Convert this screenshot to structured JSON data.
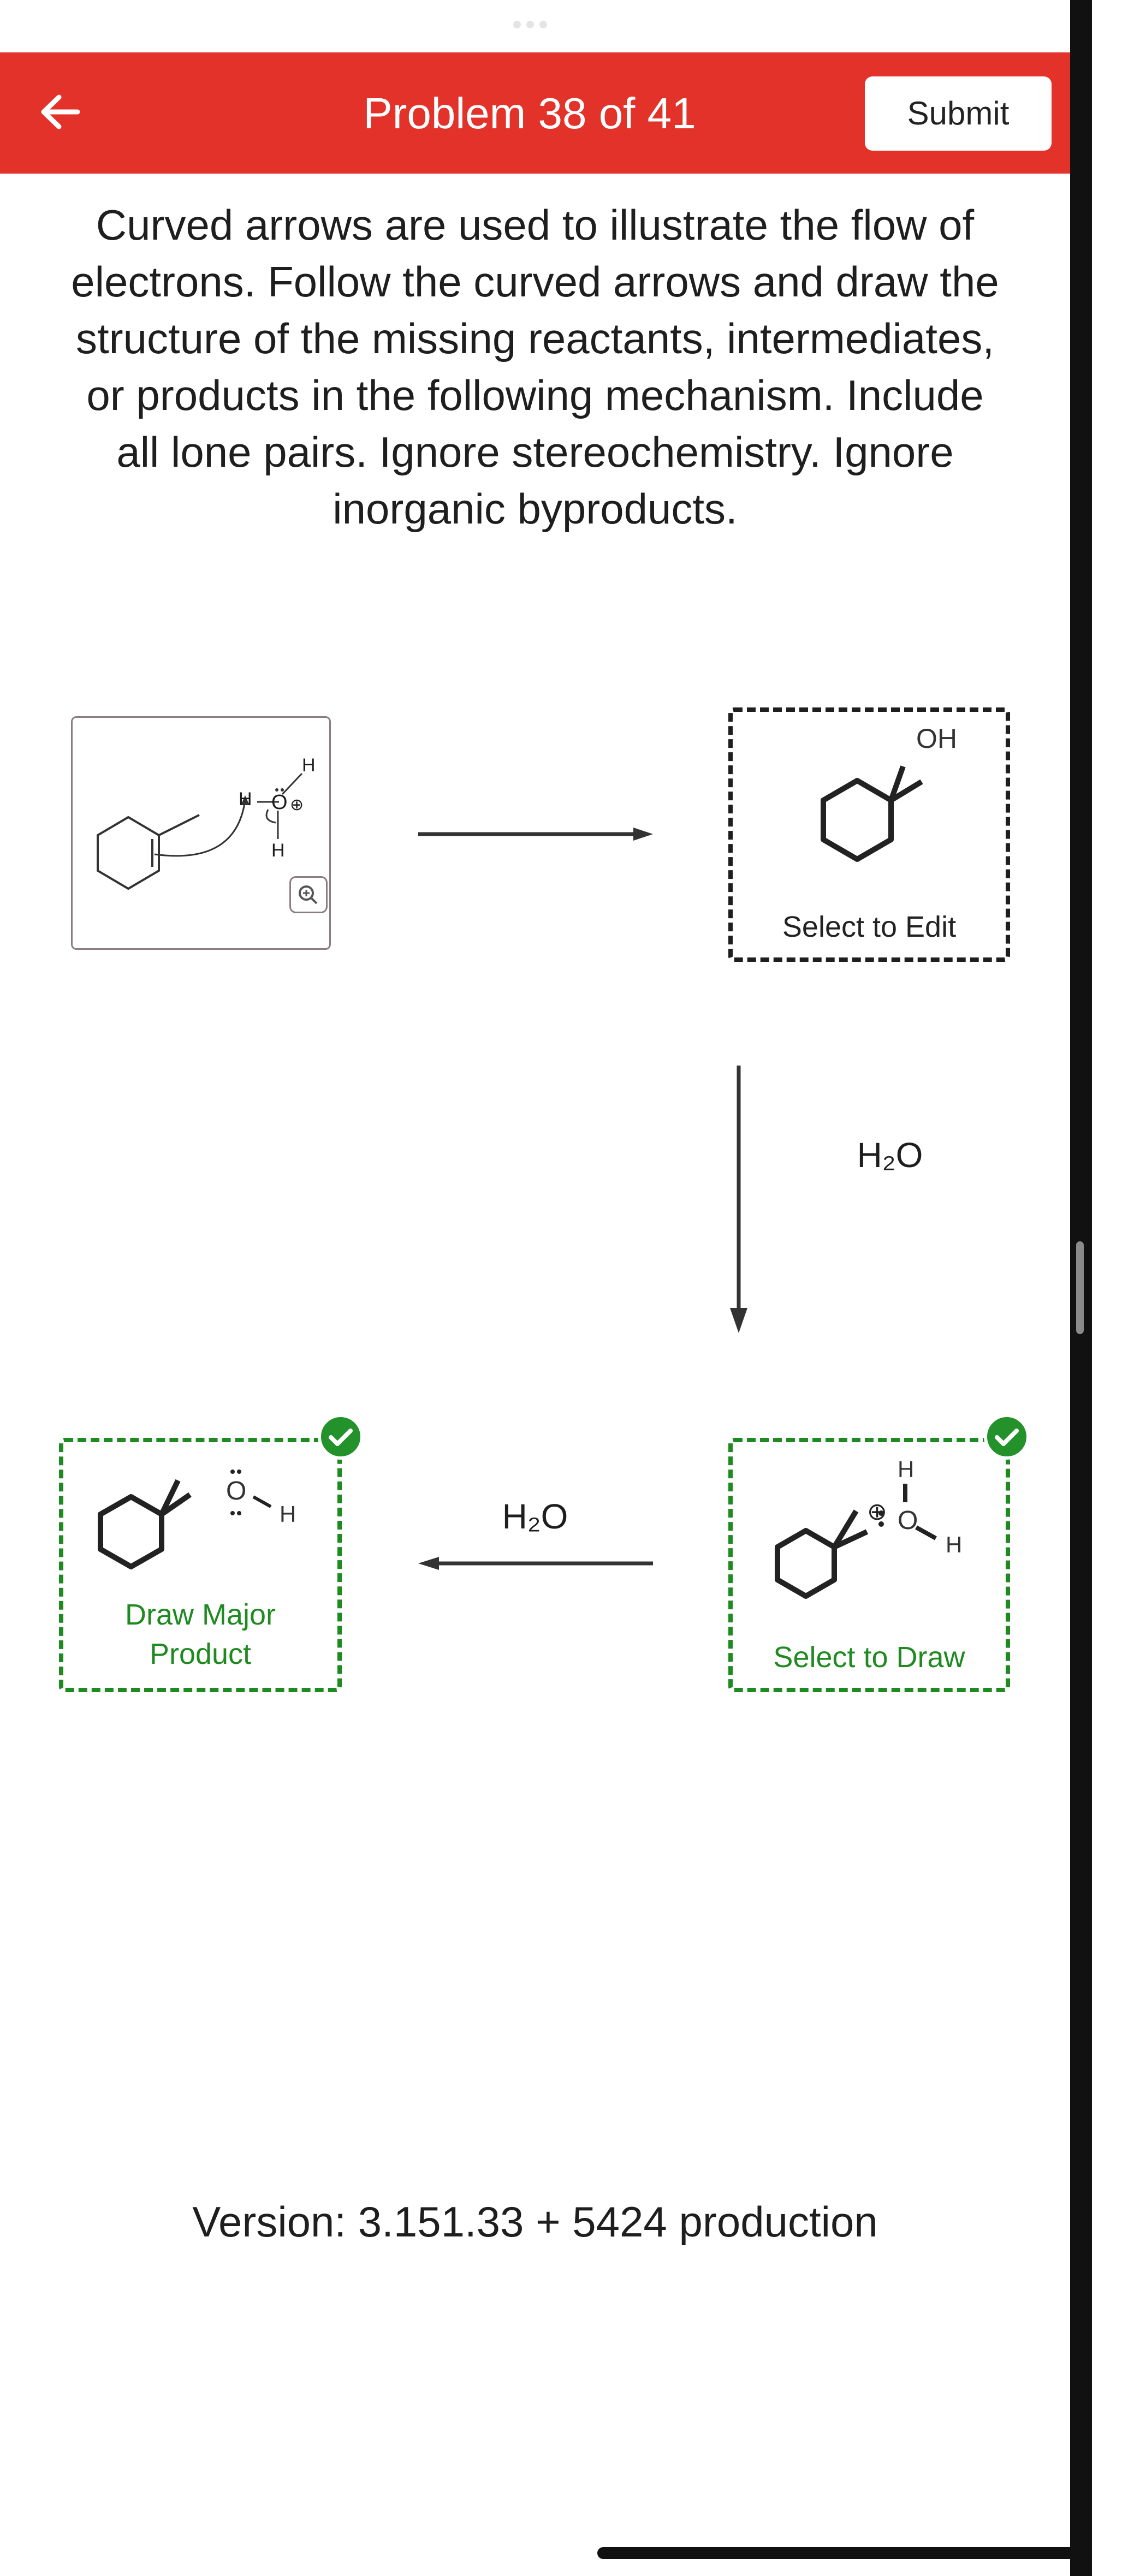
{
  "header": {
    "back_icon": "arrow-left-icon",
    "title": "Problem 38 of 41",
    "submit_label": "Submit",
    "color": "#e2322a"
  },
  "instructions": "Curved arrows are used to illustrate the flow of electrons. Follow the curved arrows and draw the structure of the missing reactants, intermediates, or products in the following mechanism. Include all lone pairs. Ignore stereochemistry. Ignore inorganic byproducts.",
  "mechanism": {
    "thumbnail": {
      "atoms": {
        "h_top": "H",
        "h_left": "H",
        "o": "O",
        "plus": "⊕",
        "h_bottom": "H"
      },
      "zoom_icon": "magnifier-icon"
    },
    "step1_product": {
      "label": "Select to Edit",
      "group": "OH"
    },
    "step2_reagent": "H₂O",
    "step2_product": {
      "label": "Select to Draw",
      "atoms": {
        "h_top": "H",
        "o": "O",
        "plus": "⊕",
        "h_right": "H"
      },
      "status_icon": "check-circle-icon"
    },
    "step3_reagent": "H₂O",
    "final_product": {
      "label_line1": "Draw Major",
      "label_line2": "Product",
      "atoms": {
        "o": "O",
        "h": "H"
      },
      "status_icon": "check-circle-icon"
    },
    "accent_green": "#1f8a1f"
  },
  "footer": {
    "version": "Version: 3.151.33 + 5424 production"
  }
}
